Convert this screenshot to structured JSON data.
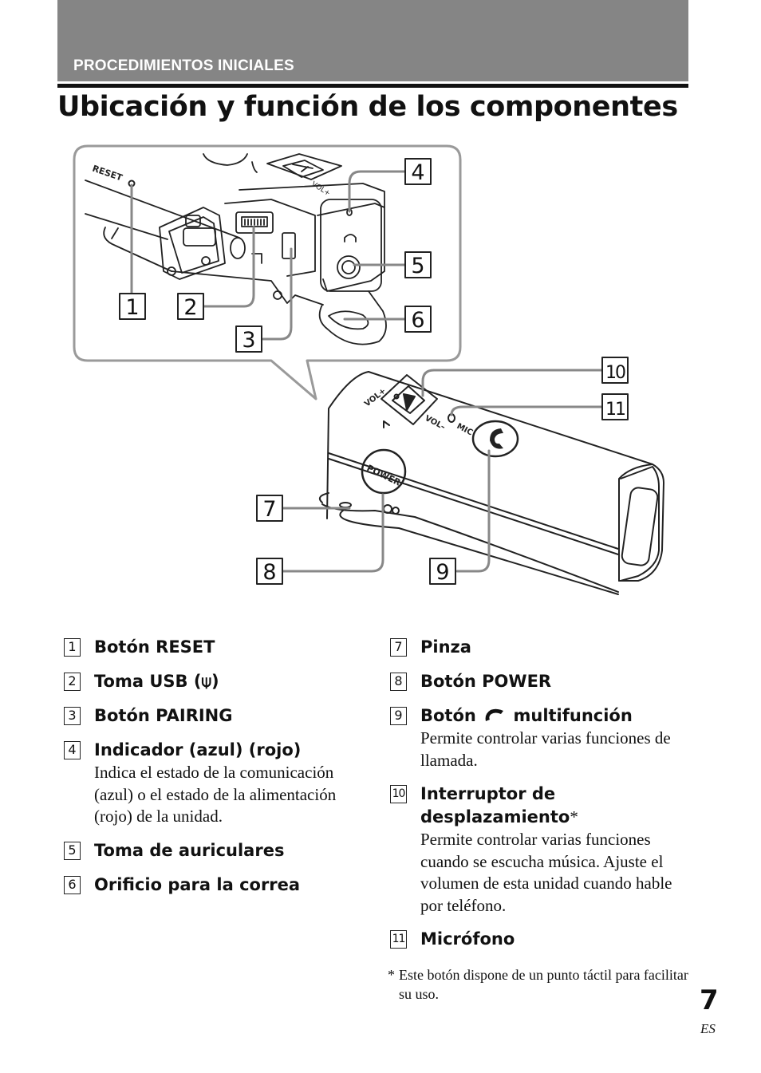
{
  "header": {
    "section": "PROCEDIMIENTOS INICIALES",
    "title": "Ubicación y función de los componentes"
  },
  "figure": {
    "callouts": [
      "1",
      "2",
      "3",
      "4",
      "5",
      "6",
      "7",
      "8",
      "9",
      "10",
      "11"
    ],
    "device_labels": {
      "reset": "RESET",
      "power": "POWER",
      "mic": "MIC",
      "vol_plus": "VOL+",
      "vol_minus": "VOL–"
    }
  },
  "items": [
    {
      "num": "1",
      "name": "Botón RESET"
    },
    {
      "num": "2",
      "name": "Toma USB (⍦)"
    },
    {
      "num": "3",
      "name": "Botón PAIRING"
    },
    {
      "num": "4",
      "name": "Indicador (azul) (rojo)",
      "desc": "Indica el estado de la comunicación (azul) o el estado de la alimentación (rojo) de la unidad."
    },
    {
      "num": "5",
      "name": "Toma de auriculares"
    },
    {
      "num": "6",
      "name": "Orificio para la correa"
    },
    {
      "num": "7",
      "name": "Pinza"
    },
    {
      "num": "8",
      "name": "Botón POWER"
    },
    {
      "num": "9",
      "name_before": "Botón",
      "name_after": "multifunción",
      "icon": "phone-icon",
      "desc": "Permite controlar varias funciones de llamada."
    },
    {
      "num": "10",
      "name": "Interruptor de desplazamiento",
      "mark": "*",
      "desc": "Permite controlar varias funciones cuando se escucha música. Ajuste el volumen de esta unidad cuando hable por teléfono."
    },
    {
      "num": "11",
      "name": "Micrófono"
    }
  ],
  "footnote": {
    "mark": "*",
    "text": "Este botón dispone de un punto táctil para facilitar su uso."
  },
  "footer": {
    "page": "7",
    "lang": "ES"
  }
}
